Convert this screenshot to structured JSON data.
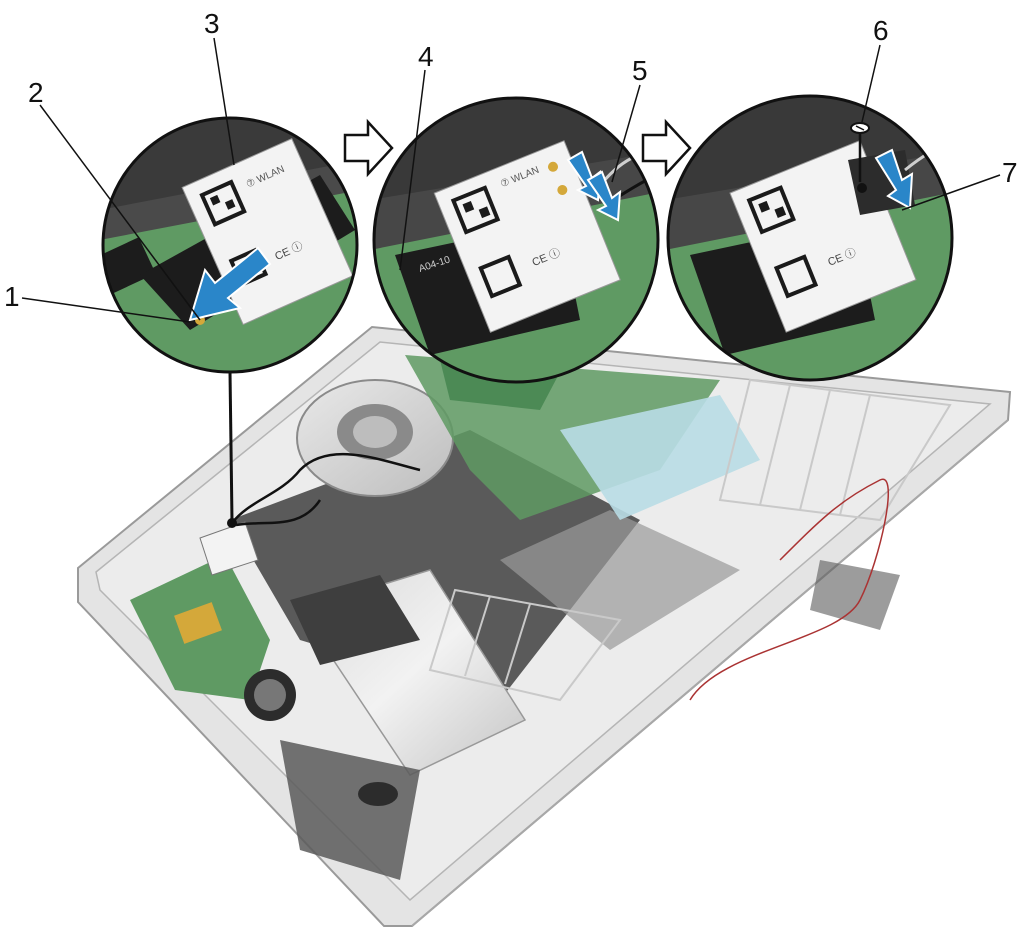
{
  "callouts": [
    {
      "label": "1"
    },
    {
      "label": "2"
    },
    {
      "label": "3"
    },
    {
      "label": "4"
    },
    {
      "label": "5"
    },
    {
      "label": "6"
    },
    {
      "label": "7"
    }
  ],
  "card_text": {
    "brand": "⑦ WLAN",
    "slot_label": "A04-10",
    "marks": "CE ⓘ"
  },
  "colors": {
    "accent_arrow": "#2a86c9",
    "board_green": "#5f9a63",
    "card_white": "#f3f3f3",
    "chassis": "#d8d8d8",
    "dark_panel": "#3e3e3e",
    "connector": "#1c1c1c",
    "ribbon": "#b9dde6"
  },
  "icons": [
    "step-arrow-icon",
    "press-arrow-icon",
    "screw-icon"
  ]
}
